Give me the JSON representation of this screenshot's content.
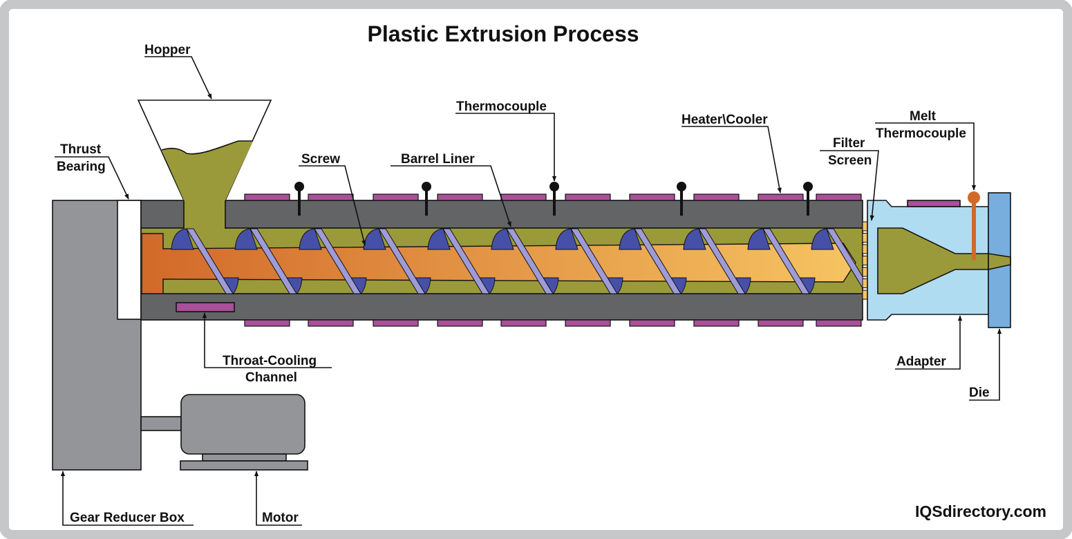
{
  "title": "Plastic Extrusion Process",
  "brand": "IQSdirectory.com",
  "labels": {
    "hopper": "Hopper",
    "thrust_bearing": [
      "Thrust",
      "Bearing"
    ],
    "screw": "Screw",
    "barrel_liner": "Barrel Liner",
    "thermocouple": "Thermocouple",
    "heater_cooler": "Heater\\Cooler",
    "filter_screen": [
      "Filter",
      "Screen"
    ],
    "melt_thermocouple": [
      "Melt",
      "Thermocouple"
    ],
    "throat_cooling": [
      "Throat-Cooling",
      "Channel"
    ],
    "adapter": "Adapter",
    "die": "Die",
    "gear_reducer_box": "Gear Reducer Box",
    "motor": "Motor"
  },
  "colors": {
    "frame": "#c6c7c9",
    "gearbox": "#939598",
    "barrel": "#636466",
    "heater": "#a8509a",
    "material": "#9a9a3a",
    "screw_start": "#d2692a",
    "screw_end": "#f6c462",
    "flight": "#9e9bd6",
    "flight_shadow": "#4650a8",
    "adapter": "#b0dcf2",
    "die": "#78aede",
    "filter": "#f6c462",
    "melt_probe": "#d2692a"
  }
}
